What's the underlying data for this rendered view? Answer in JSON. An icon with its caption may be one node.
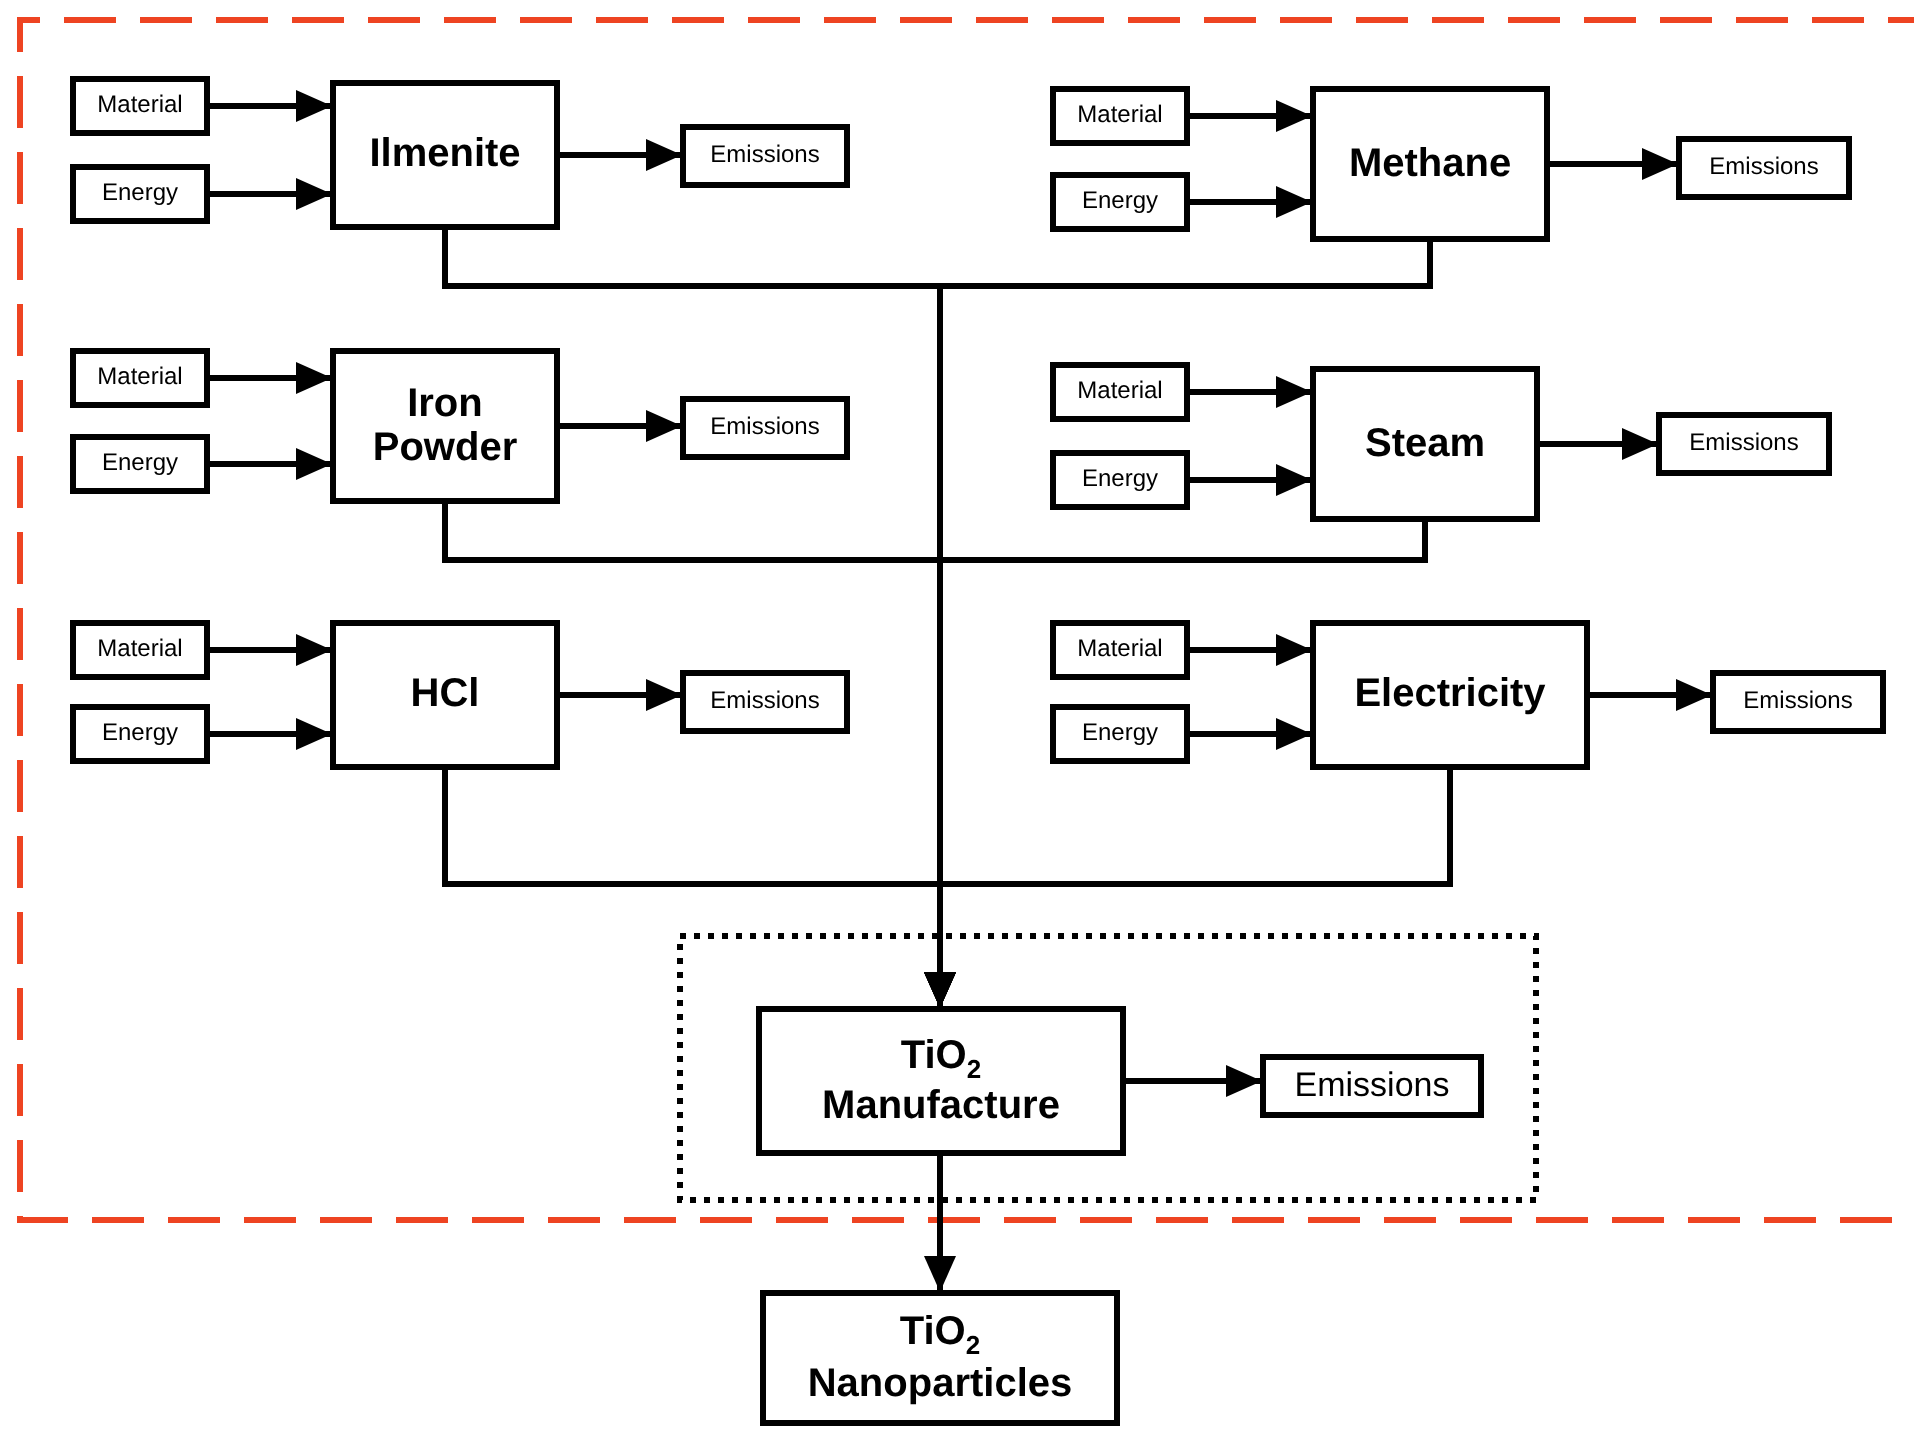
{
  "diagram": {
    "nodes": [
      {
        "text": [],
        "shape": "box"
      },
      {
        "text": [
          "Material"
        ],
        "in": 0
      },
      {
        "text": [
          "Energy"
        ],
        "in": 0
      },
      {
        "text": [
          "Ilmenite"
        ],
        "in": 0
      },
      {
        "text": [
          "Emissions"
        ],
        "in": 0
      },
      {
        "text": [
          "Material"
        ],
        "in": 0
      },
      {
        "text": [
          "Energy"
        ],
        "in": 0
      },
      {
        "text": [
          "Methane"
        ],
        "in": 0
      },
      {
        "text": [
          "Emissions"
        ],
        "in": 0
      },
      {
        "text": [
          "Material"
        ],
        "in": 0
      },
      {
        "text": [
          "Energy"
        ],
        "in": 0
      },
      {
        "text": [
          "Iron Powder"
        ],
        "in": 0
      },
      {
        "text": [
          "Emissions"
        ],
        "in": 0
      },
      {
        "text": [
          "Material"
        ],
        "in": 0
      },
      {
        "text": [
          "Energy"
        ],
        "in": 0
      },
      {
        "text": [
          "Steam"
        ],
        "in": 0
      },
      {
        "text": [
          "Emissions"
        ],
        "in": 0
      },
      {
        "text": [
          "Material"
        ],
        "in": 0
      },
      {
        "text": [
          "Energy"
        ],
        "in": 0
      },
      {
        "text": [
          "HCl"
        ],
        "in": 0
      },
      {
        "text": [
          "Emissions"
        ],
        "in": 0
      },
      {
        "text": [
          "Material"
        ],
        "in": 0
      },
      {
        "text": [
          "Energy"
        ],
        "in": 0
      },
      {
        "text": [
          "Electricity"
        ],
        "in": 0
      },
      {
        "text": [
          "Emissions"
        ],
        "in": 0
      },
      {
        "text": [],
        "shape": "box",
        "in": 0
      },
      {
        "text": [
          "TiO$_{2}$ Manufacture"
        ],
        "in": 25
      },
      {
        "text": [
          "Emissions"
        ],
        "in": 25
      },
      {
        "text": [
          "TiO$_{2}$ Nanoparticles"
        ]
      }
    ],
    "edges": [
      {
        "from": 1,
        "to": 3,
        "arrow": "to"
      },
      {
        "from": 2,
        "to": 3,
        "arrow": "to"
      },
      {
        "from": 3,
        "to": 4,
        "arrow": "to"
      },
      {
        "from": 5,
        "to": 7,
        "arrow": "to"
      },
      {
        "from": 6,
        "to": 7,
        "arrow": "to"
      },
      {
        "from": 7,
        "to": 8,
        "arrow": "to"
      },
      {
        "from": 9,
        "to": 11,
        "arrow": "to"
      },
      {
        "from": 10,
        "to": 11,
        "arrow": "to"
      },
      {
        "from": 11,
        "to": 12,
        "arrow": "to"
      },
      {
        "from": 13,
        "to": 15,
        "arrow": "to"
      },
      {
        "from": 14,
        "to": 15,
        "arrow": "to"
      },
      {
        "from": 15,
        "to": 16,
        "arrow": "to"
      },
      {
        "from": 17,
        "to": 19,
        "arrow": "to"
      },
      {
        "from": 18,
        "to": 19,
        "arrow": "to"
      },
      {
        "from": 19,
        "to": 20,
        "arrow": "to"
      },
      {
        "from": 21,
        "to": 23,
        "arrow": "to"
      },
      {
        "from": 22,
        "to": 23,
        "arrow": "to"
      },
      {
        "from": 23,
        "to": 24,
        "arrow": "to"
      },
      {
        "from": 3,
        "to": 26,
        "arrow": "to"
      },
      {
        "from": 7,
        "to": 26,
        "arrow": "to"
      },
      {
        "from": 11,
        "to": 26,
        "arrow": "to"
      },
      {
        "from": 15,
        "to": 26,
        "arrow": "to"
      },
      {
        "from": 19,
        "to": 26,
        "arrow": "to"
      },
      {
        "from": 23,
        "to": 26,
        "arrow": "to"
      },
      {
        "from": 26,
        "to": 27,
        "arrow": "to"
      },
      {
        "from": 26,
        "to": 28,
        "arrow": "to"
      }
    ]
  }
}
